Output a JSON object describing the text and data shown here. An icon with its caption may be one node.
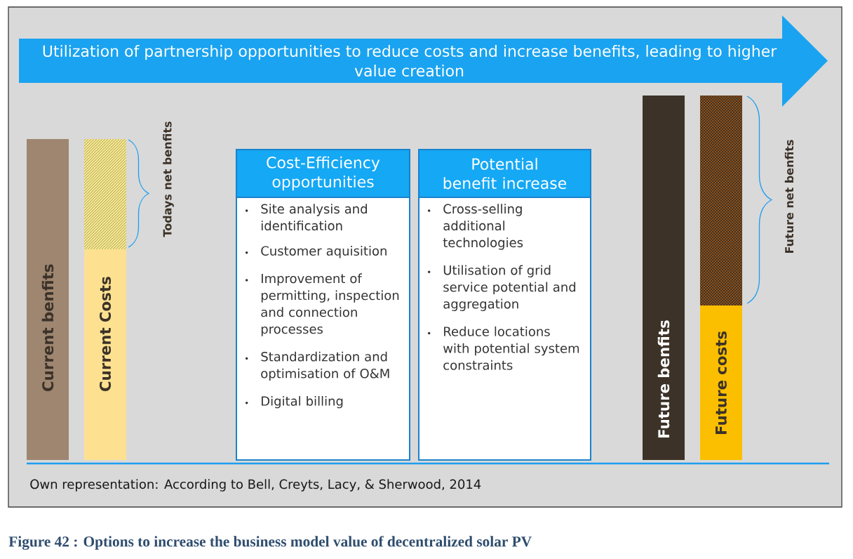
{
  "diagram": {
    "caption": "Figure 42 : Options to increase the business model value of decentralized solar PV",
    "nodes": [
      {
        "text": [
          "Utilization of partnership opportunities to reduce costs and increase benefits, leading to higher value creation"
        ]
      },
      {
        "text": [
          "Current benfits"
        ]
      },
      {
        "text": [],
        "shape": "bar"
      },
      {
        "text": [
          "Current Costs"
        ]
      },
      {
        "text": [
          "Cost-Efficiency opportunities",
          "Site analysis and identification",
          "Customer aquisition",
          "Improvement of permitting, inspection and connection processes",
          "Standardization and optimisation of O&M",
          "Digital billing"
        ]
      },
      {
        "text": [
          "Potential benefit increase",
          "Cross-selling additional technologies",
          "Utilisation of grid service potential and aggregation",
          "Reduce locations with potential system constraints"
        ]
      },
      {
        "text": [
          "Future benfits"
        ]
      },
      {
        "text": [],
        "shape": "bar"
      },
      {
        "text": [
          "Future costs"
        ]
      }
    ],
    "labels": [
      "Todays net benfits",
      "Future net benfits",
      "Own representation: According to Bell, Creyts, Lacy, & Sherwood, 2014"
    ]
  }
}
